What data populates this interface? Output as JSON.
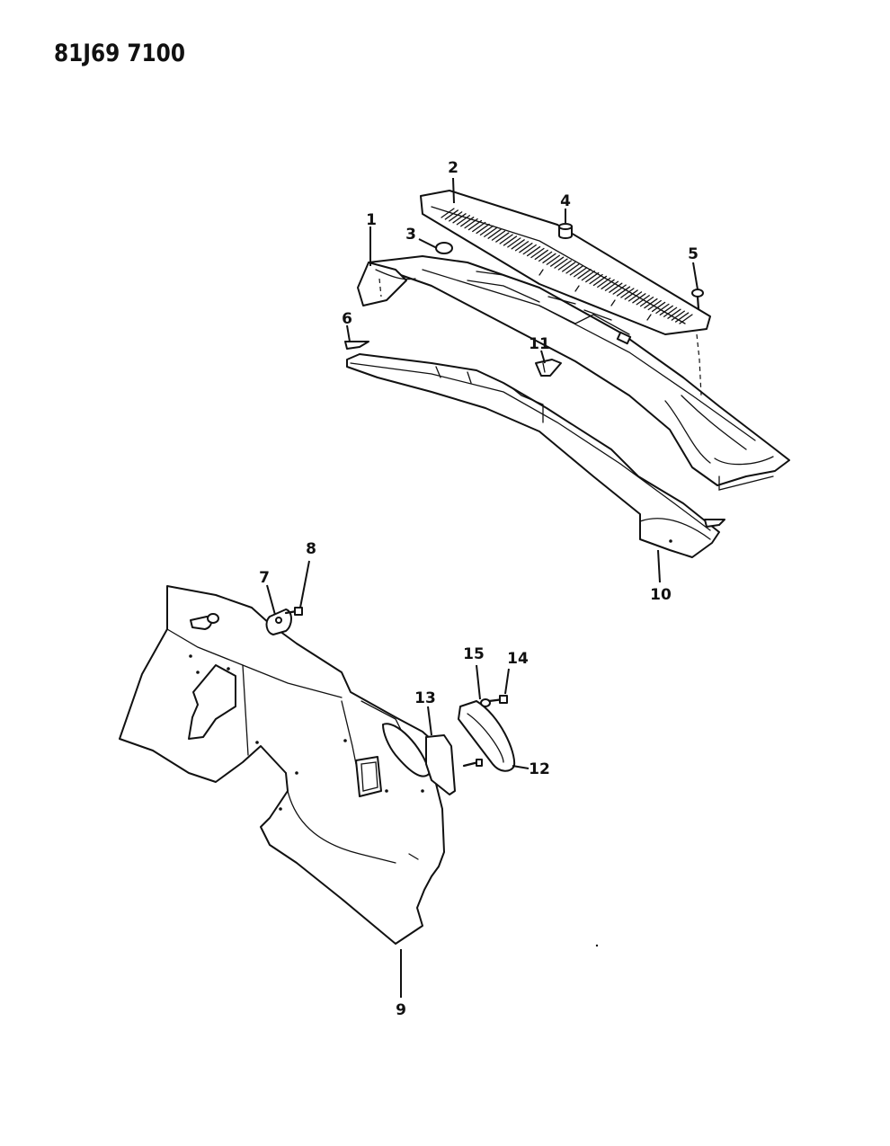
{
  "document": {
    "code": "81J69 7100"
  },
  "callouts": [
    {
      "id": "1",
      "label": "1"
    },
    {
      "id": "2",
      "label": "2"
    },
    {
      "id": "3",
      "label": "3"
    },
    {
      "id": "4",
      "label": "4"
    },
    {
      "id": "5",
      "label": "5"
    },
    {
      "id": "6",
      "label": "6"
    },
    {
      "id": "7",
      "label": "7"
    },
    {
      "id": "8",
      "label": "8"
    },
    {
      "id": "9",
      "label": "9"
    },
    {
      "id": "10",
      "label": "10"
    },
    {
      "id": "11",
      "label": "11"
    },
    {
      "id": "12",
      "label": "12"
    },
    {
      "id": "13",
      "label": "13"
    },
    {
      "id": "14",
      "label": "14"
    },
    {
      "id": "15",
      "label": "15"
    }
  ]
}
